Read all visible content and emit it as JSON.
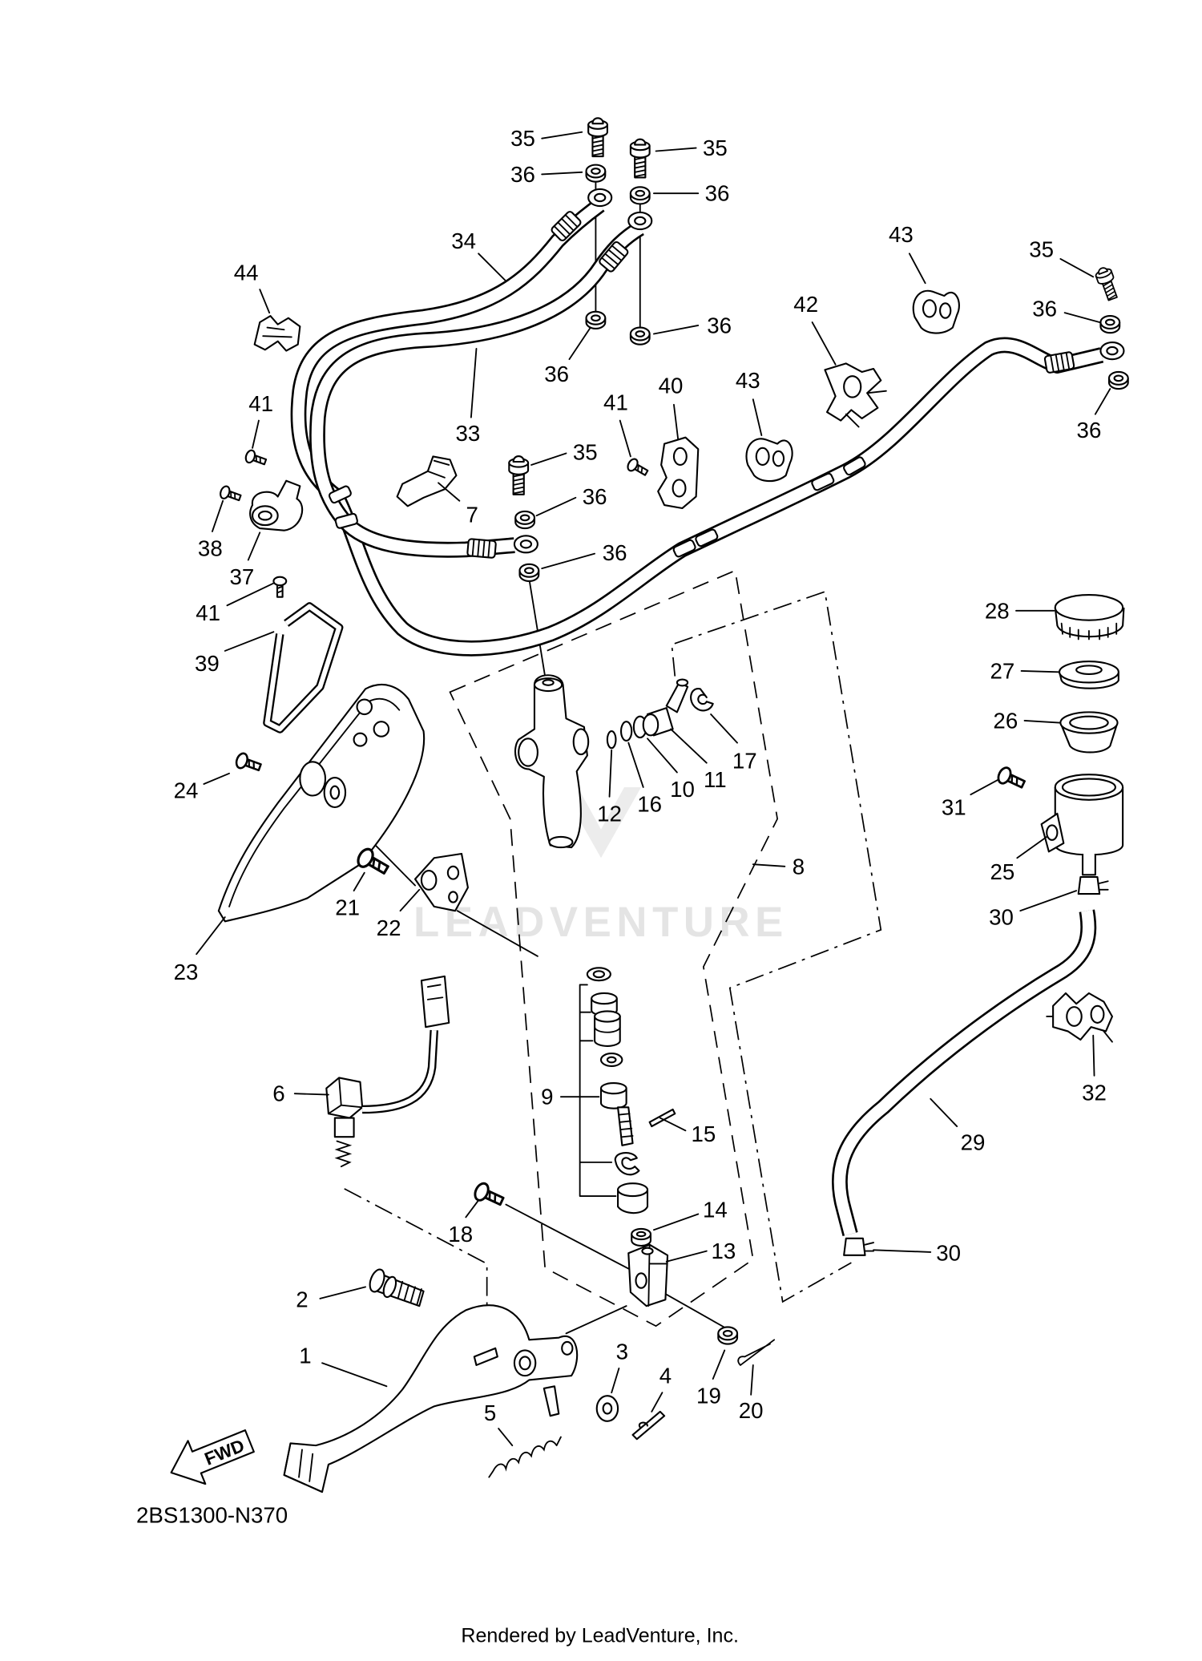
{
  "diagram": {
    "code": "2BS1300-N370",
    "fwd_label": "FWD",
    "footer": "Rendered by LeadVenture, Inc.",
    "watermark": "LEADVENTURE",
    "callouts": [
      "35",
      "36",
      "35",
      "36",
      "34",
      "44",
      "33",
      "36",
      "36",
      "43",
      "42",
      "43",
      "40",
      "41",
      "35",
      "36",
      "7",
      "36",
      "41",
      "38",
      "37",
      "41",
      "39",
      "35",
      "36",
      "36",
      "28",
      "27",
      "26",
      "31",
      "25",
      "30",
      "32",
      "29",
      "30",
      "8",
      "17",
      "11",
      "10",
      "16",
      "12",
      "24",
      "21",
      "22",
      "23",
      "6",
      "9",
      "15",
      "14",
      "18",
      "13",
      "2",
      "1",
      "3",
      "4",
      "19",
      "20",
      "5"
    ]
  }
}
